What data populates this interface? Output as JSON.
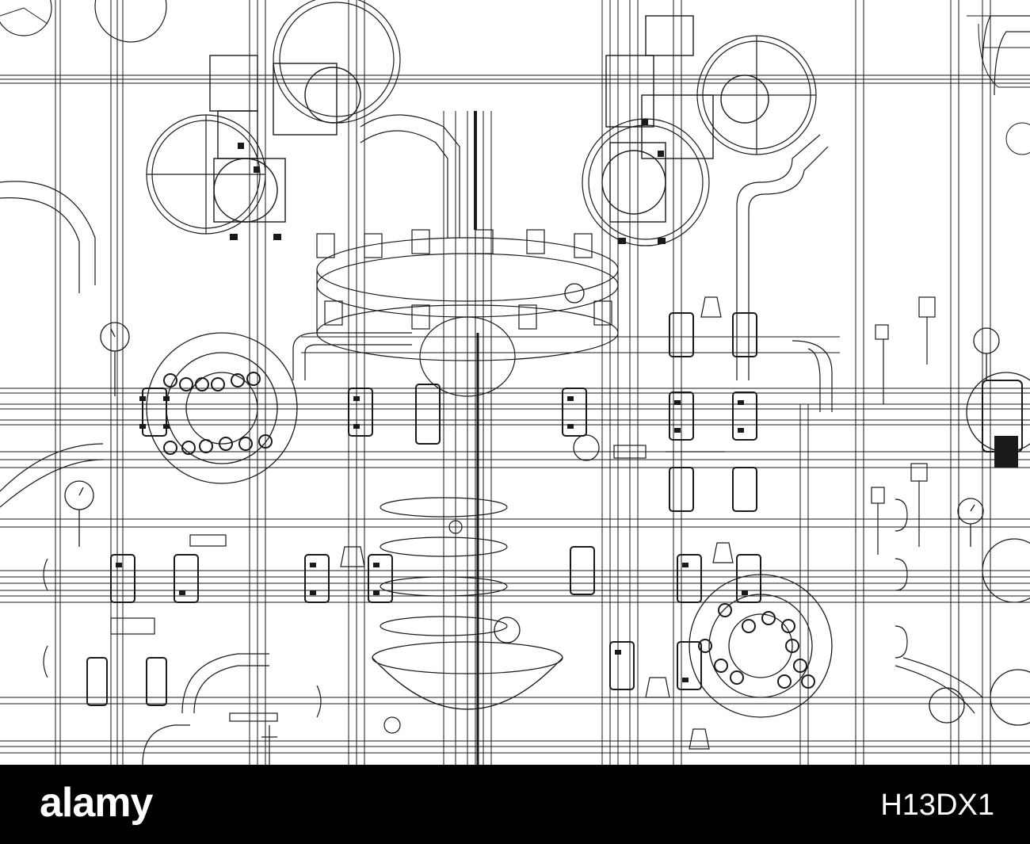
{
  "footer": {
    "brand": "alamy",
    "image_id": "H13DX1"
  },
  "colors": {
    "background": "#ffffff",
    "line": "#1a1a1a",
    "footer_bar": "#000000",
    "footer_text": "#ffffff"
  },
  "icons": [
    "pipe-wireframe",
    "valve-handwheel-icon",
    "flange-icon",
    "pressure-gauge-icon",
    "reactor-vessel-icon"
  ]
}
